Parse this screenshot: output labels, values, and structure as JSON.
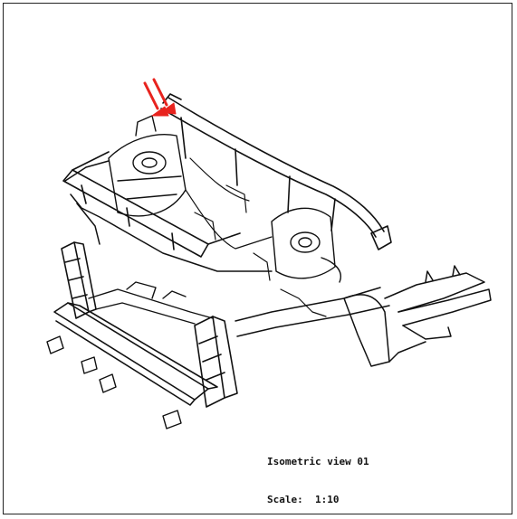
{
  "view_caption": {
    "line1": "Isometric view 01",
    "scale_label": "Scale:",
    "scale_value": "1:10"
  },
  "colors": {
    "linework": "#111111",
    "arrow": "#e8231e",
    "border": "#222222",
    "background": "#ffffff"
  },
  "icons": {
    "pointer": "red-double-arrow-icon"
  }
}
